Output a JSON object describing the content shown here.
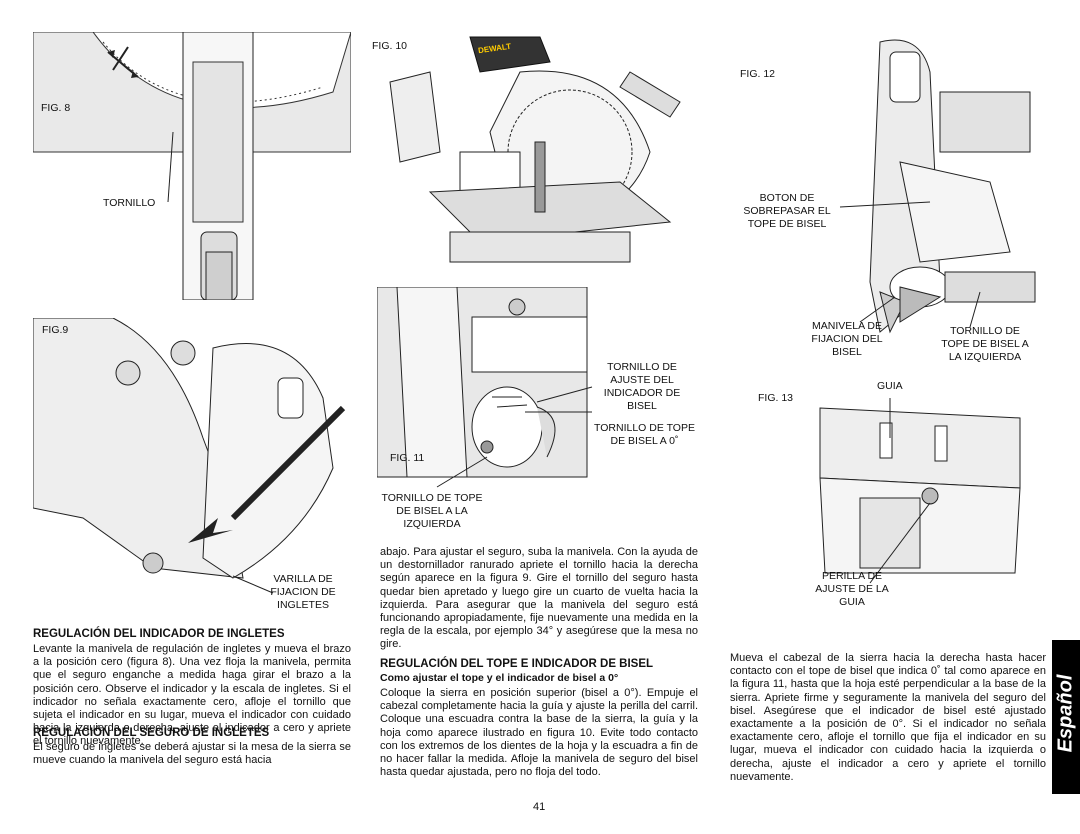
{
  "figures": {
    "fig8": {
      "label": "FIG. 8",
      "callout": "TORNILLO"
    },
    "fig9": {
      "label": "FIG.9",
      "callout": [
        "VARILLA DE",
        "FIJACION DE",
        "INGLETES"
      ]
    },
    "fig10": {
      "label": "FIG. 10",
      "brand": "DEWALT"
    },
    "fig11": {
      "label": "FIG. 11",
      "callout_ajuste": [
        "TORNILLO DE",
        "AJUSTE DEL",
        "INDICADOR DE",
        "BISEL"
      ],
      "callout_tope0": [
        "TORNILLO DE TOPE",
        "DE BISEL A 0˚"
      ],
      "callout_izq": [
        "TORNILLO DE TOPE",
        "DE BISEL A LA",
        "IZQUIERDA"
      ]
    },
    "fig12": {
      "label": "FIG. 12",
      "callout_boton": [
        "BOTON DE",
        "SOBREPASAR EL",
        "TOPE DE BISEL"
      ],
      "callout_manivela": [
        "MANIVELA DE",
        "FIJACION DEL",
        "BISEL"
      ],
      "callout_tornillo": [
        "TORNILLO DE",
        "TOPE DE BISEL A",
        "LA IZQUIERDA"
      ]
    },
    "fig13": {
      "label": "FIG. 13",
      "callout_guia": "GUIA",
      "callout_perilla": [
        "PERILLA DE",
        "AJUSTE DE LA",
        "GUIA"
      ]
    }
  },
  "sections": {
    "ingletes_title": "REGULACIÓN DEL INDICADOR DE INGLETES",
    "ingletes_body": "Levante la manivela de regulación de ingletes y mueva el brazo a la posición cero (figura 8). Una vez floja la manivela, permita que el seguro enganche a medida haga girar el brazo a la posición cero. Observe el indicador y la escala de ingletes. Si el indicador no señala exactamente cero, afloje el tornillo que sujeta el indicador en su lugar, mueva el indicador con cuidado hacia la izquierda o derecha, ajuste el indicador a cero y apriete el tornillo nuevamente.",
    "seguro_title": "REGULACIÓN DEL SEGURO DE INGLETES",
    "seguro_body": "El seguro de ingletes se deberá ajustar si la mesa de la sierra se mueve cuando la manivela del seguro está hacia",
    "seguro_cont": "abajo. Para ajustar el seguro, suba la manivela. Con la ayuda de un destornillador ranurado apriete el tornillo hacia la derecha según aparece en la figura 9. Gire el tornillo del seguro hasta quedar bien apretado y luego gire un cuarto de vuelta hacia la izquierda. Para asegurar que la manivela del seguro está funcionando apropiadamente, fije nuevamente una medida en la regla de la escala, por ejemplo 34° y asegúrese que la mesa no gire.",
    "bisel_title": "REGULACIÓN DEL TOPE E INDICADOR DE BISEL",
    "bisel_subtitle": "Como ajustar el tope y el indicador de bisel a 0°",
    "bisel_body": "Coloque la sierra en posición superior (bisel a 0°). Empuje el cabezal completamente hacia la guía y ajuste la perilla del carril. Coloque una escuadra contra la base de la sierra, la guía y la hoja como aparece ilustrado en figura 10. Evite todo contacto con los extremos de los dientes de la hoja y la escuadra a fin de no hacer fallar la medida. Afloje la manivela de seguro del bisel hasta quedar ajustada, pero no floja del todo.",
    "right_body": "Mueva el cabezal de la sierra hacia la derecha hasta hacer contacto con el tope de bisel que indica 0˚ tal como aparece en la figura 11, hasta que la hoja esté perpendicular a la base de la sierra. Apriete firme y seguramente la manivela del seguro del bisel. Asegúrese que el indicador de bisel esté ajustado exactamente a la posición de 0°. Si el indicador no señala exactamente cero, afloje el tornillo que fija el indicador en su lugar, mueva el indicador con cuidado hacia la izquierda o derecha, ajuste el indicador a cero y apriete el tornillo nuevamente."
  },
  "page_number": "41",
  "side_tab": "Español",
  "colors": {
    "ink": "#111111",
    "tab_bg": "#000000",
    "tab_text": "#ffffff",
    "figure_bg": "#f2f2f2"
  }
}
